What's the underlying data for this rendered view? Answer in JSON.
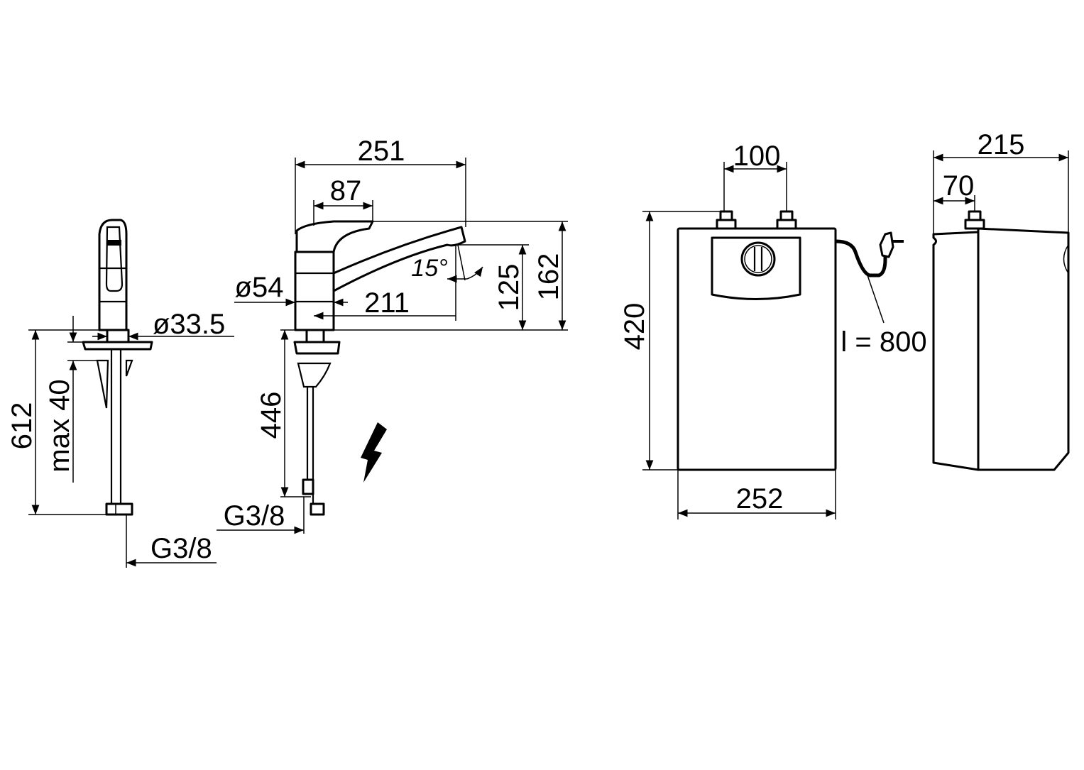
{
  "drawing": {
    "faucet_front": {
      "height_total": "612",
      "max_thickness": "max 40",
      "stem_diameter": "ø33.5",
      "connection": "G3/8"
    },
    "faucet_side": {
      "reach_total": "251",
      "lever_length": "87",
      "swivel_angle": "15°",
      "body_diameter": "ø54",
      "spout_reach": "211",
      "spout_height": "125",
      "total_height": "162",
      "hose_length": "446",
      "connection": "G3/8"
    },
    "water_heater_front": {
      "connector_spacing": "100",
      "height": "420",
      "width": "252",
      "cable_length": "l = 800"
    },
    "water_heater_side": {
      "depth": "215",
      "connector_offset": "70"
    },
    "symbols": {
      "electric": "lightning-bolt-icon"
    }
  }
}
